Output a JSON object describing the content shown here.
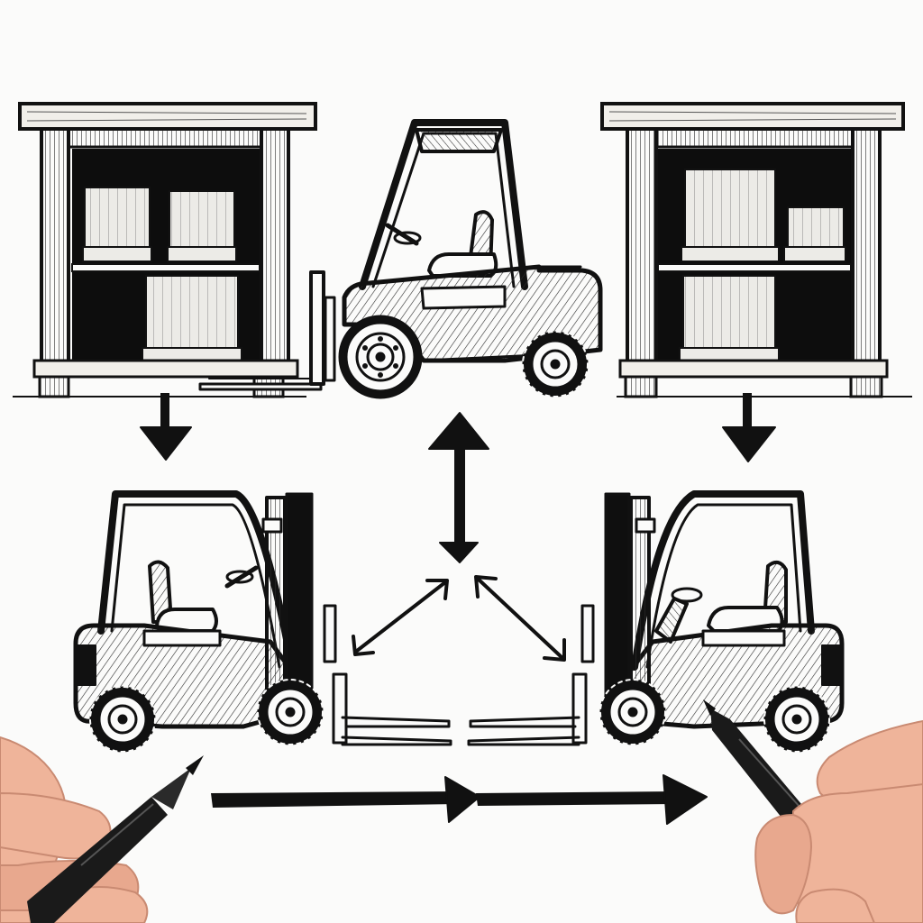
{
  "palette": {
    "paper": "#fbfbfa",
    "ink": "#111111",
    "hatch": "#2b2b2b",
    "crate": "#e9e6e1",
    "skin": "#efb49a",
    "skin_shadow": "#d9937a",
    "pen": "#1a1a1a"
  },
  "scene": {
    "racks": [
      {
        "id": "left"
      },
      {
        "id": "right"
      }
    ],
    "forklifts": [
      {
        "id": "top",
        "facing": "left"
      },
      {
        "id": "bottom-left",
        "facing": "right"
      },
      {
        "id": "bottom-right",
        "facing": "left"
      }
    ],
    "arrows": [
      {
        "id": "down-left",
        "icon": "arrow-down-icon"
      },
      {
        "id": "down-right",
        "icon": "arrow-down-icon"
      },
      {
        "id": "vertical",
        "icon": "double-arrow-vertical-icon"
      },
      {
        "id": "diag-left",
        "icon": "double-arrow-diagonal-icon"
      },
      {
        "id": "diag-right",
        "icon": "double-arrow-diagonal-icon"
      },
      {
        "id": "bottom",
        "icon": "arrow-right-icon"
      }
    ],
    "hands": [
      {
        "id": "left",
        "holding": "pen"
      },
      {
        "id": "right",
        "holding": "pen"
      }
    ]
  }
}
